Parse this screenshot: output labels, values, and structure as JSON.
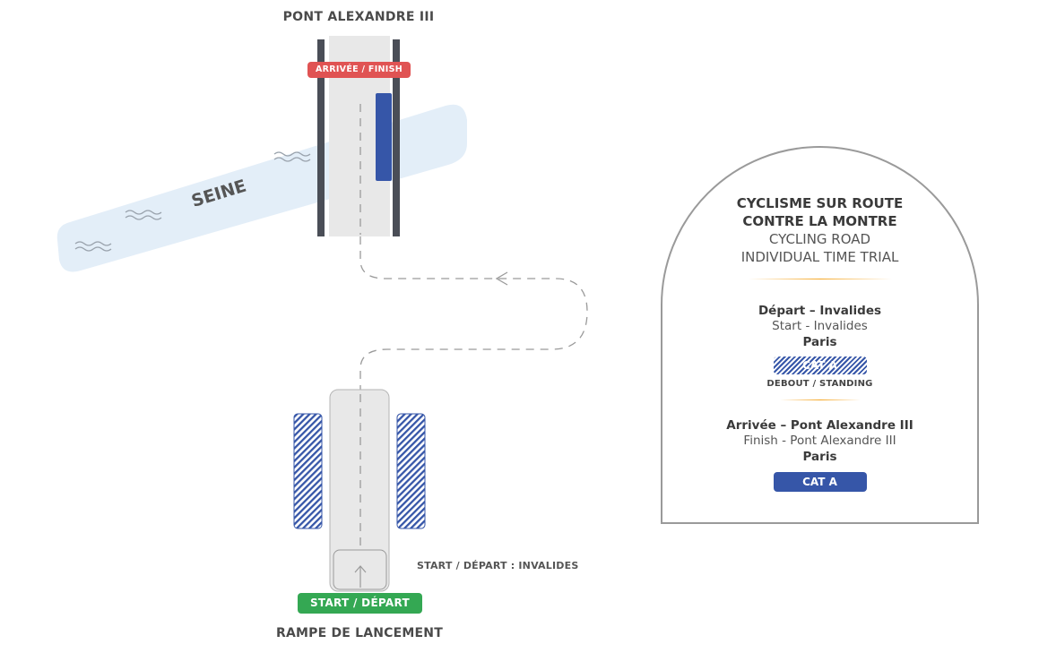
{
  "bridge": {
    "label": "PONT ALEXANDRE III"
  },
  "finish": {
    "label": "ARRIVÉE / FINISH"
  },
  "river": {
    "label": "SEINE"
  },
  "start": {
    "banner": "START / DÉPART",
    "location": "START / DÉPART : INVALIDES",
    "ramp": "RAMPE DE LANCEMENT"
  },
  "panel": {
    "title_fr_1": "CYCLISME SUR ROUTE",
    "title_fr_2": "CONTRE LA MONTRE",
    "title_en_1": "CYCLING ROAD",
    "title_en_2": "INDIVIDUAL TIME TRIAL",
    "start_venue": {
      "title": "Départ – Invalides",
      "sub": "Start - Invalides",
      "city": "Paris",
      "category": "CAT A",
      "note": "DEBOUT / STANDING"
    },
    "finish_venue": {
      "title": "Arrivée – Pont Alexandre III",
      "sub": "Finish - Pont Alexandre III",
      "city": "Paris",
      "category": "CAT A"
    }
  },
  "colors": {
    "finish": "#e05353",
    "start": "#34a853",
    "category": "#3656a8",
    "river": "#e3eef8",
    "road": "#e8e8e8",
    "accent": "#f5a623"
  }
}
